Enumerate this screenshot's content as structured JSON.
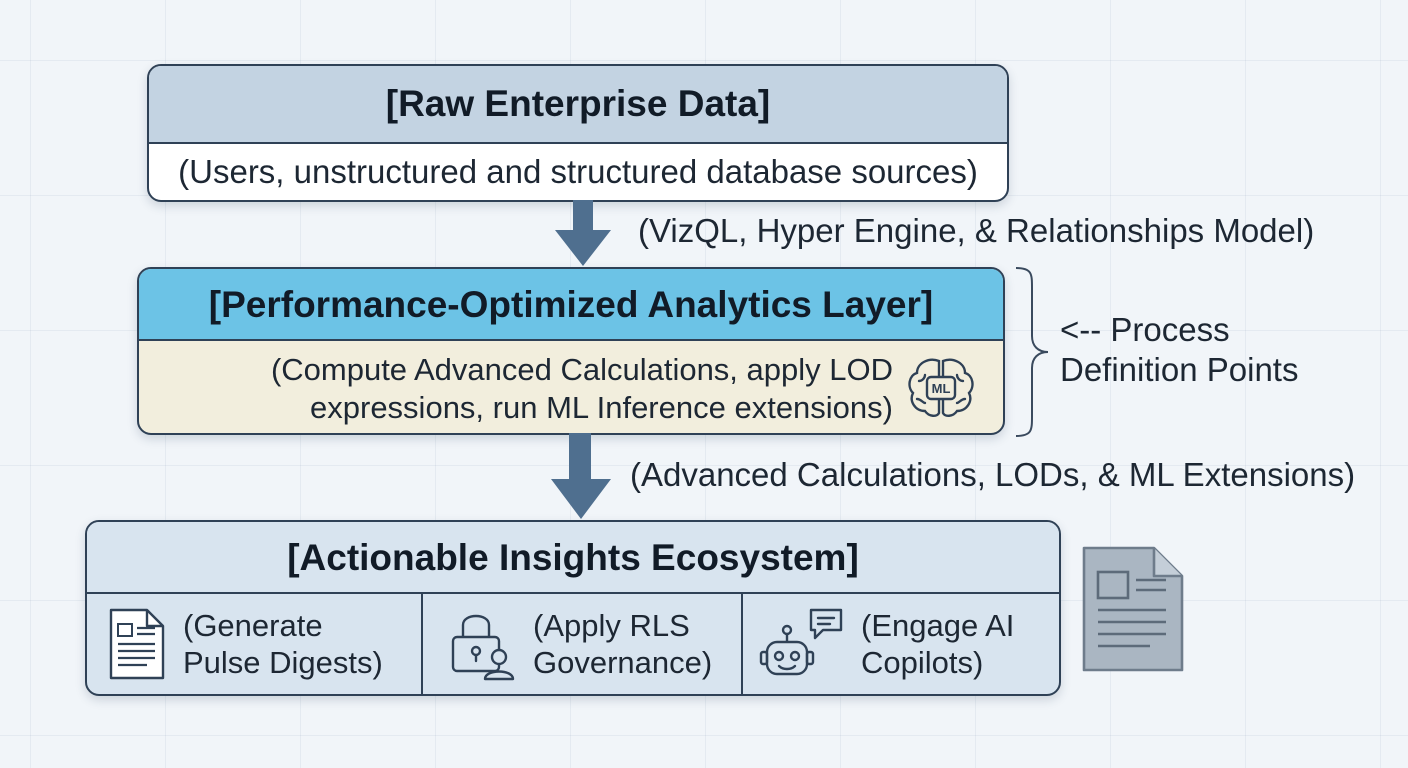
{
  "colors": {
    "raw_header": "#c3d3e2",
    "analytics_header": "#6cc3e6",
    "analytics_body": "#f2eedd",
    "insights_bg": "#d8e4ef",
    "border": "#2f4156",
    "arrow": "#4f6f8f"
  },
  "raw_data": {
    "title": "[Raw Enterprise Data]",
    "subtitle": "(Users, unstructured and structured database sources)"
  },
  "connector_1": {
    "label": "(VizQL, Hyper Engine, & Relationships Model)"
  },
  "analytics": {
    "title": "[Performance-Optimized Analytics Layer]",
    "line1": "(Compute Advanced Calculations, apply LOD",
    "line2": "expressions, run ML Inference extensions)",
    "icon": "ml-brain-icon",
    "icon_text": "ML"
  },
  "brace_note": {
    "line1": "<-- Process",
    "line2": "Definition Points"
  },
  "connector_2": {
    "label": "(Advanced Calculations, LODs, & ML Extensions)"
  },
  "insights": {
    "title": "[Actionable Insights Ecosystem]",
    "items": [
      {
        "icon": "document-icon",
        "line1": "(Generate",
        "line2": "Pulse Digests)"
      },
      {
        "icon": "lock-user-icon",
        "line1": "(Apply RLS",
        "line2": "Governance)"
      },
      {
        "icon": "robot-chat-icon",
        "line1": "(Engage AI",
        "line2": "Copilots)"
      }
    ]
  },
  "side_icon": "report-document-icon"
}
